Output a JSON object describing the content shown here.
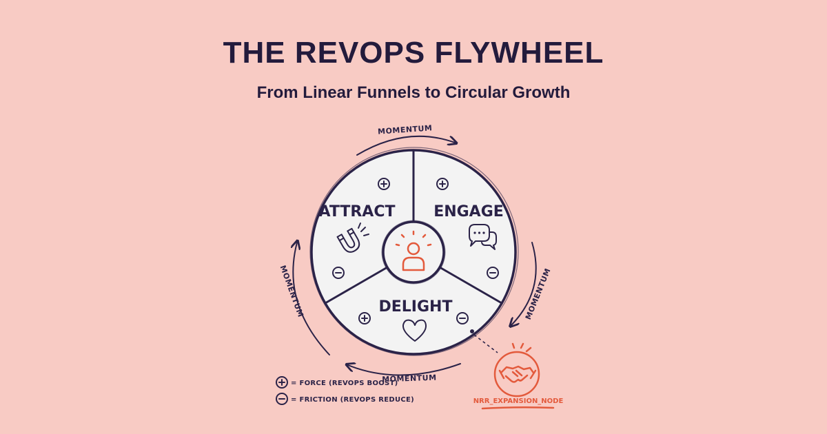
{
  "title": "THE REVOPS FLYWHEEL",
  "subtitle": "From Linear Funnels to Circular Growth",
  "segments": {
    "attract": "ATTRACT",
    "engage": "ENGAGE",
    "delight": "DELIGHT"
  },
  "momentum": {
    "top": "MOMENTUM",
    "left": "MOMENTUM",
    "right": "MOMENTUM",
    "bottom": "MOMENTUM"
  },
  "legend": {
    "force": "= FORCE (REVOPS BOOST)",
    "friction": "= FRICTION (REVOPS REDUCE)"
  },
  "node_label": "NRR_EXPANSION_NODE",
  "colors": {
    "background": "#f8cbc4",
    "ink": "#2b2348",
    "accent": "#e35a3c",
    "wheel_fill": "#f3f3f3"
  },
  "icons": {
    "attract": "magnet-icon",
    "engage": "chat-bubbles-icon",
    "delight": "heart-icon",
    "center": "customer-icon",
    "node": "handshake-icon",
    "force": "plus-icon",
    "friction": "minus-icon"
  }
}
